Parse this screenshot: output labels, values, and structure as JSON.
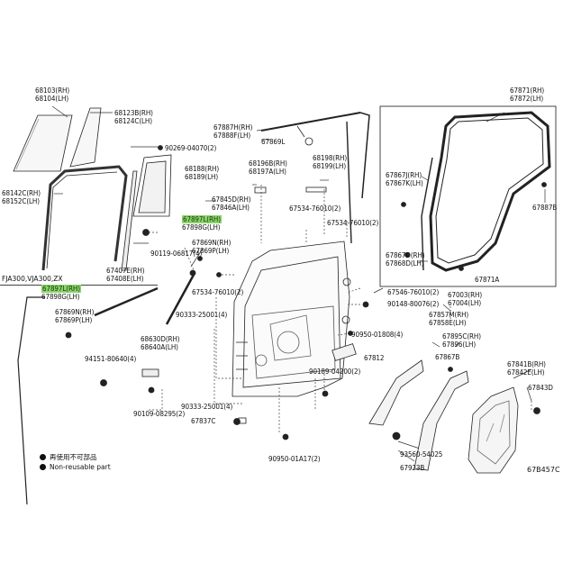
{
  "diagram_code": "67B457C",
  "model_note": "FJA300,VJA300,ZX",
  "legend": {
    "reuse_text": "再使用不可部品",
    "nonreusable_text": "Non-reusable part"
  },
  "parts": {
    "p68103": [
      "68103(RH)",
      "68104(LH)"
    ],
    "p68123": [
      "68123B(RH)",
      "68124C(LH)"
    ],
    "p90269": [
      "90269-04070(2)"
    ],
    "p68142": [
      "68142C(RH)",
      "68152C(LH)"
    ],
    "p90119": [
      "90119-06817(4)"
    ],
    "p67407": [
      "67407E(RH)",
      "67408E(LH)"
    ],
    "p68188": [
      "68188(RH)",
      "68189(LH)"
    ],
    "p67887": [
      "67887H(RH)",
      "67888F(LH)"
    ],
    "p67869L": [
      "67869L"
    ],
    "p68196": [
      "68196B(RH)",
      "68197A(LH)"
    ],
    "p68198": [
      "68198(RH)",
      "68199(LH)"
    ],
    "p67845": [
      "67845D(RH)",
      "67846A(LH)"
    ],
    "p67897L_top": [
      "67897L(RH)",
      "67898G(LH)"
    ],
    "p67869N_top": [
      "67869N(RH)",
      "67869P(LH)"
    ],
    "p67534a": [
      "67534-76010(2)"
    ],
    "p67534b": [
      "67534-76010(2)"
    ],
    "p67534c": [
      "67534-76010(2)"
    ],
    "p67897L_left": [
      "67897L(RH)",
      "67898G(LH)"
    ],
    "p67869N_left": [
      "67869N(RH)",
      "67869P(LH)"
    ],
    "p90333a": [
      "90333-25001(4)"
    ],
    "p68630": [
      "68630D(RH)",
      "68640A(LH)"
    ],
    "p94151": [
      "94151-80640(4)"
    ],
    "p90109": [
      "90109-08295(2)"
    ],
    "p90333b": [
      "90333-25001(4)"
    ],
    "p67837": [
      "67837C"
    ],
    "p90950a": [
      "90950-01808(4)"
    ],
    "p67812": [
      "67812"
    ],
    "p90189": [
      "90189-04200(2)"
    ],
    "p90950b": [
      "90950-01A17(2)"
    ],
    "p67871": [
      "67871(RH)",
      "67872(LH)"
    ],
    "p67867J": [
      "67867J(RH)",
      "67867K(LH)"
    ],
    "p67887B": [
      "67887B"
    ],
    "p67867D": [
      "67867D(RH)",
      "67868D(LH)"
    ],
    "p67871A": [
      "67871A"
    ],
    "p67546": [
      "67546-76010(2)"
    ],
    "p90148": [
      "90148-80076(2)"
    ],
    "p67003": [
      "67003(RH)",
      "67004(LH)"
    ],
    "p67857": [
      "67857M(RH)",
      "67858E(LH)"
    ],
    "p67895": [
      "67895C(RH)",
      "67896(LH)"
    ],
    "p67867B": [
      "67867B"
    ],
    "p67841": [
      "67841B(RH)",
      "67842E(LH)"
    ],
    "p67843": [
      "67843D"
    ],
    "p93560": [
      "93560-54025"
    ],
    "p67923": [
      "67923B"
    ]
  }
}
